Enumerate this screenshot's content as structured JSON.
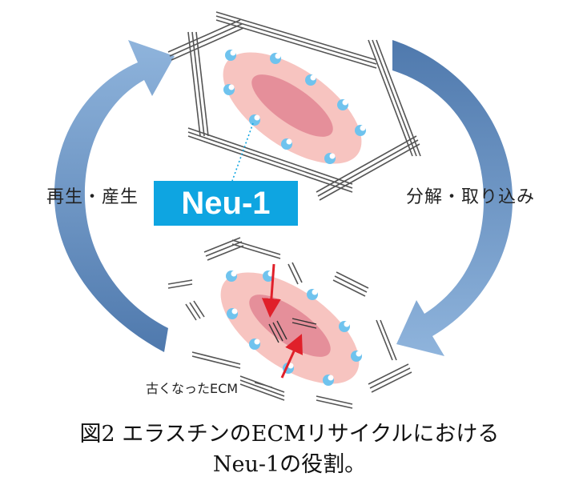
{
  "diagram": {
    "left_label": "再生・産生",
    "right_label": "分解・取り込み",
    "badge": "Neu-1",
    "old_ecm_label": "古くなったECM"
  },
  "caption": {
    "line1": "図2 エラスチンのECMリサイクルにおける",
    "line2": "Neu-1の役割。"
  },
  "colors": {
    "arrow_light": "#8fb4dc",
    "arrow_dark": "#4f79ad",
    "cell_outer": "#f7c4c0",
    "cell_inner": "#e58f9a",
    "receptor": "#6fc3ee",
    "badge_bg": "#0ea5e1",
    "red_arrow": "#e0202a"
  }
}
